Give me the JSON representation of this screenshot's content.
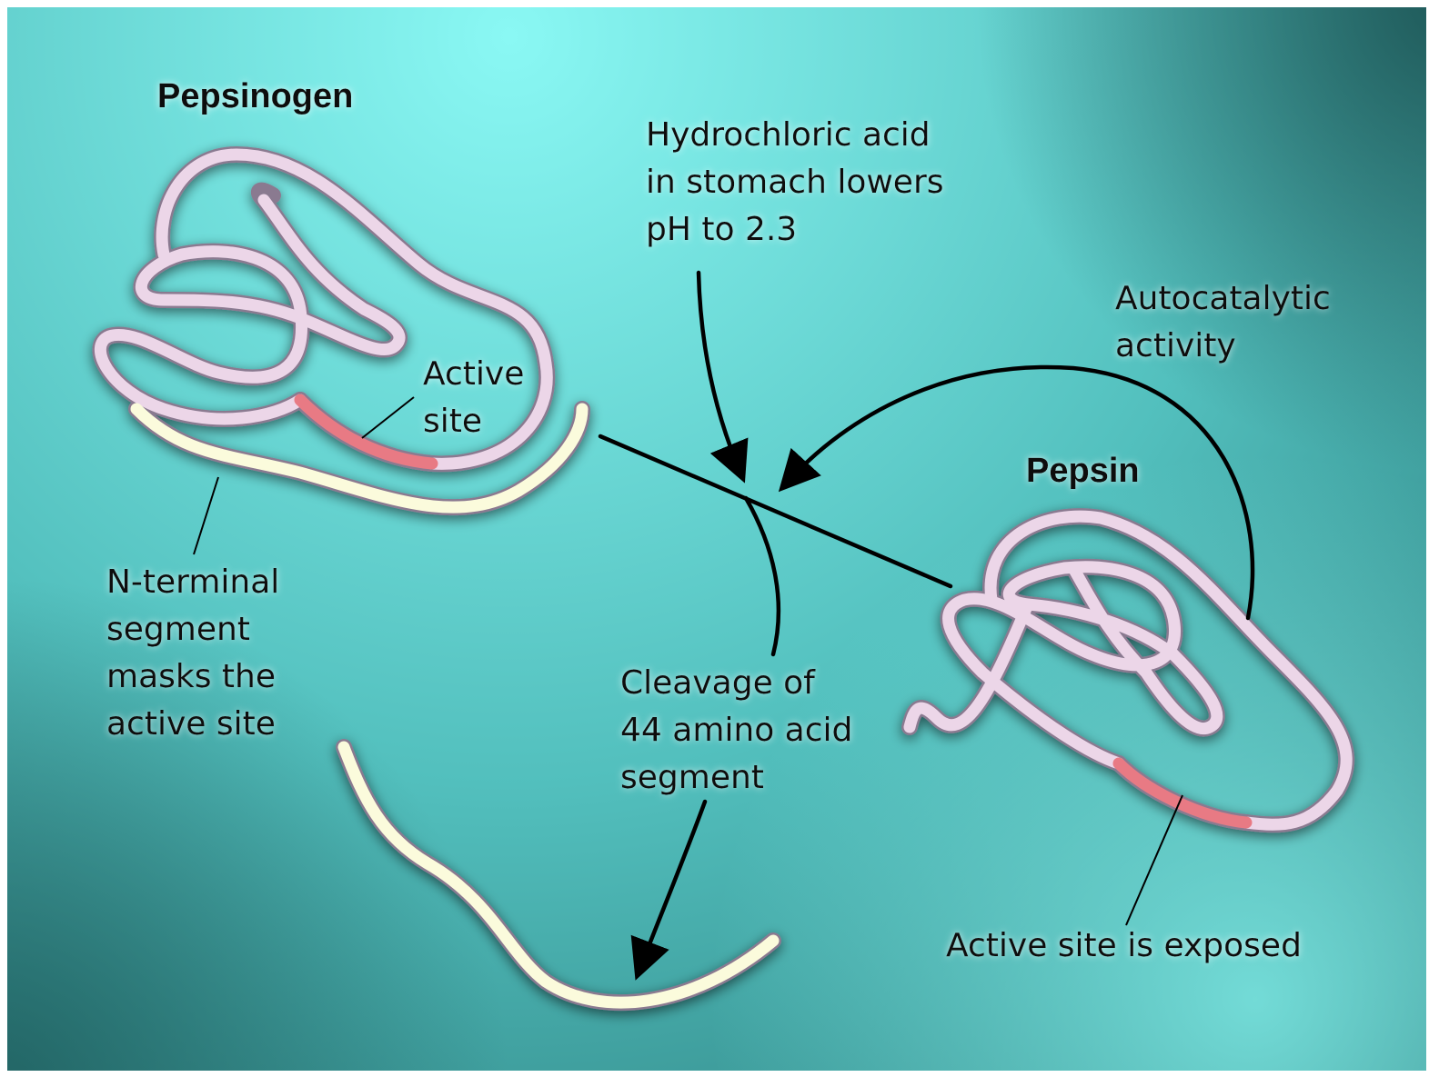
{
  "title_pepsinogen": "Pepsinogen",
  "title_pepsin": "Pepsin",
  "label_hcl": [
    "Hydrochloric acid",
    "in stomach lowers",
    "pH to 2.3"
  ],
  "label_autocatalytic": [
    "Autocatalytic",
    "activity"
  ],
  "label_active_site": [
    "Active",
    "site"
  ],
  "label_n_terminal": [
    "N-terminal",
    "segment",
    "masks the",
    "active site"
  ],
  "label_cleavage": [
    "Cleavage of",
    "44 amino acid",
    "segment"
  ],
  "label_exposed": "Active site is exposed",
  "colors": {
    "background_light": "#8af8f4",
    "background_mid": "#5cc8c6",
    "background_dark": "#1f6464",
    "protein_chain": "#ecd6e8",
    "protein_outline": "#8a7a90",
    "active_site": "#e87a84",
    "n_terminal_segment": "#fbfbdc",
    "arrow": "#000000"
  }
}
